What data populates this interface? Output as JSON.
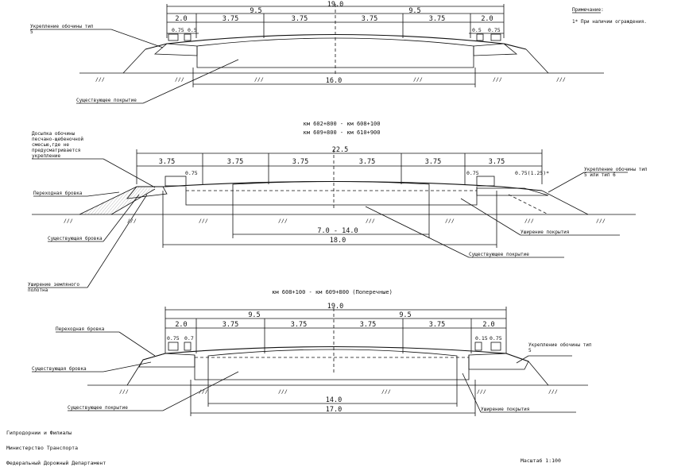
{
  "note": {
    "heading": "Примечание:",
    "text": "1* При наличии ограждения."
  },
  "section1": {
    "total": "19.0",
    "halves": [
      "9.5",
      "9.5"
    ],
    "lanes": [
      "2.0",
      "3.75",
      "3.75",
      "3.75",
      "3.75",
      "2.0"
    ],
    "small": [
      "0.75",
      "0.5",
      "0.5",
      "0.75"
    ],
    "bottom": "16.0",
    "callout_shoulder": "Укрепление обочины тип 5",
    "callout_pavement": "Существующее покрытие"
  },
  "section2": {
    "title_line1": "км 602+800 - км 608+100",
    "title_line2": "км 609+800 - км 610+900",
    "total": "22.5",
    "lanes": [
      "3.75",
      "3.75",
      "3.75",
      "3.75",
      "3.75",
      "3.75"
    ],
    "small_left": "0.75",
    "small_right": "0.75",
    "small_right_outer": "0.75(1.25)*",
    "mid": "7.0 - 14.0",
    "bottom": "18.0",
    "callout_topleft": "Досыпка обочины песчано-щебеночной смесью,где не предусматривается укрепление",
    "callout_newslope": "Переходная бровка",
    "callout_oldslope": "Существующая бровка",
    "callout_shoulder_right": "Укрепление обочины тип 5 или тип 6",
    "callout_widening": "Уширение покрытия",
    "callout_pavement": "Существующее покрытие",
    "callout_embankment": "Уширение земляного полотна"
  },
  "section3": {
    "title": "км 608+100 - км 609+800 (Поперечные)",
    "total": "19.0",
    "halves": [
      "9.5",
      "9.5"
    ],
    "lanes": [
      "2.0",
      "3.75",
      "3.75",
      "3.75",
      "3.75",
      "2.0"
    ],
    "small": [
      "0.75",
      "0.7",
      "0.15",
      "0.75"
    ],
    "mid": "14.0",
    "bottom": "17.0",
    "callout_newslope": "Переходная бровка",
    "callout_oldslope": "Существующая бровка",
    "callout_pavement": "Существующее покрытие",
    "callout_shoulder_right": "Укрепление обочины тип 5",
    "callout_widening": "Уширение покрытия"
  },
  "footer": {
    "line1": "Гипродорнии и Филиалы",
    "line2": "Министерство Транспорта",
    "line3": "Федеральный Дорожный Департамент",
    "scale": "Масштаб 1:100"
  }
}
